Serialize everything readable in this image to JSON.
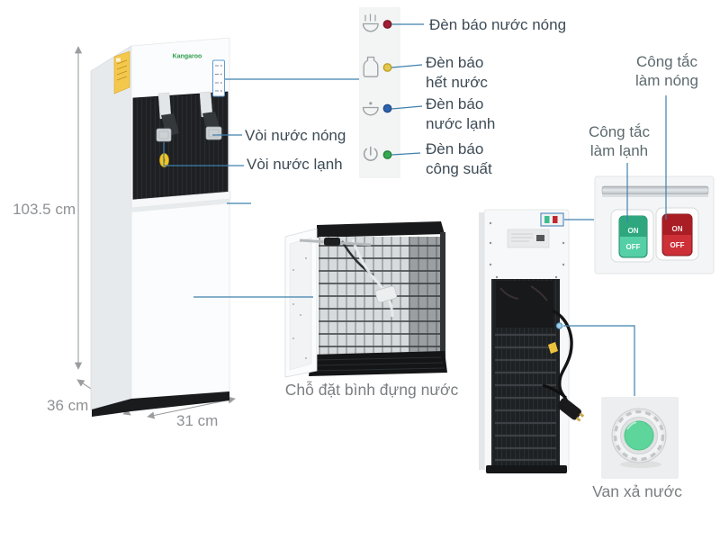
{
  "brand": "Kangaroo",
  "colors": {
    "leader_line": "#3f80ad",
    "hot_dot": "#a01f35",
    "empty_dot": "#e3c84d",
    "cold_dot": "#2f62aa",
    "power_dot": "#37a851",
    "cooling_switch": "#3eb38c",
    "heating_switch": "#c1272d",
    "valve_green": "#5ed69b"
  },
  "dimensions": {
    "height": "103.5 cm",
    "depth": "36 cm",
    "width": "31 cm"
  },
  "indicators": [
    {
      "icon": "hot-water-indicator-icon",
      "dot_color": "#a01f35",
      "lines": [
        "Đèn báo nước nóng"
      ]
    },
    {
      "icon": "empty-bottle-indicator-icon",
      "dot_color": "#e3c84d",
      "lines": [
        "Đèn báo",
        "hết nước"
      ]
    },
    {
      "icon": "cold-water-indicator-icon",
      "dot_color": "#2f62aa",
      "lines": [
        "Đèn báo",
        "nước lạnh"
      ]
    },
    {
      "icon": "power-indicator-icon",
      "dot_color": "#37a851",
      "lines": [
        "Đèn báo",
        "công suất"
      ]
    }
  ],
  "taps": {
    "hot_label": "Vòi nước nóng",
    "cold_label": "Vòi nước lạnh"
  },
  "cabinet": {
    "label": "Chỗ đặt bình đựng nước"
  },
  "switches": {
    "heating": {
      "lines": [
        "Công tắc",
        "làm nóng"
      ],
      "color": "#c1272d"
    },
    "cooling": {
      "lines": [
        "Công tắc",
        "làm lạnh"
      ],
      "color": "#3eb38c"
    },
    "on_label": "ON",
    "off_label": "OFF"
  },
  "valve": {
    "label": "Van xả nước"
  }
}
